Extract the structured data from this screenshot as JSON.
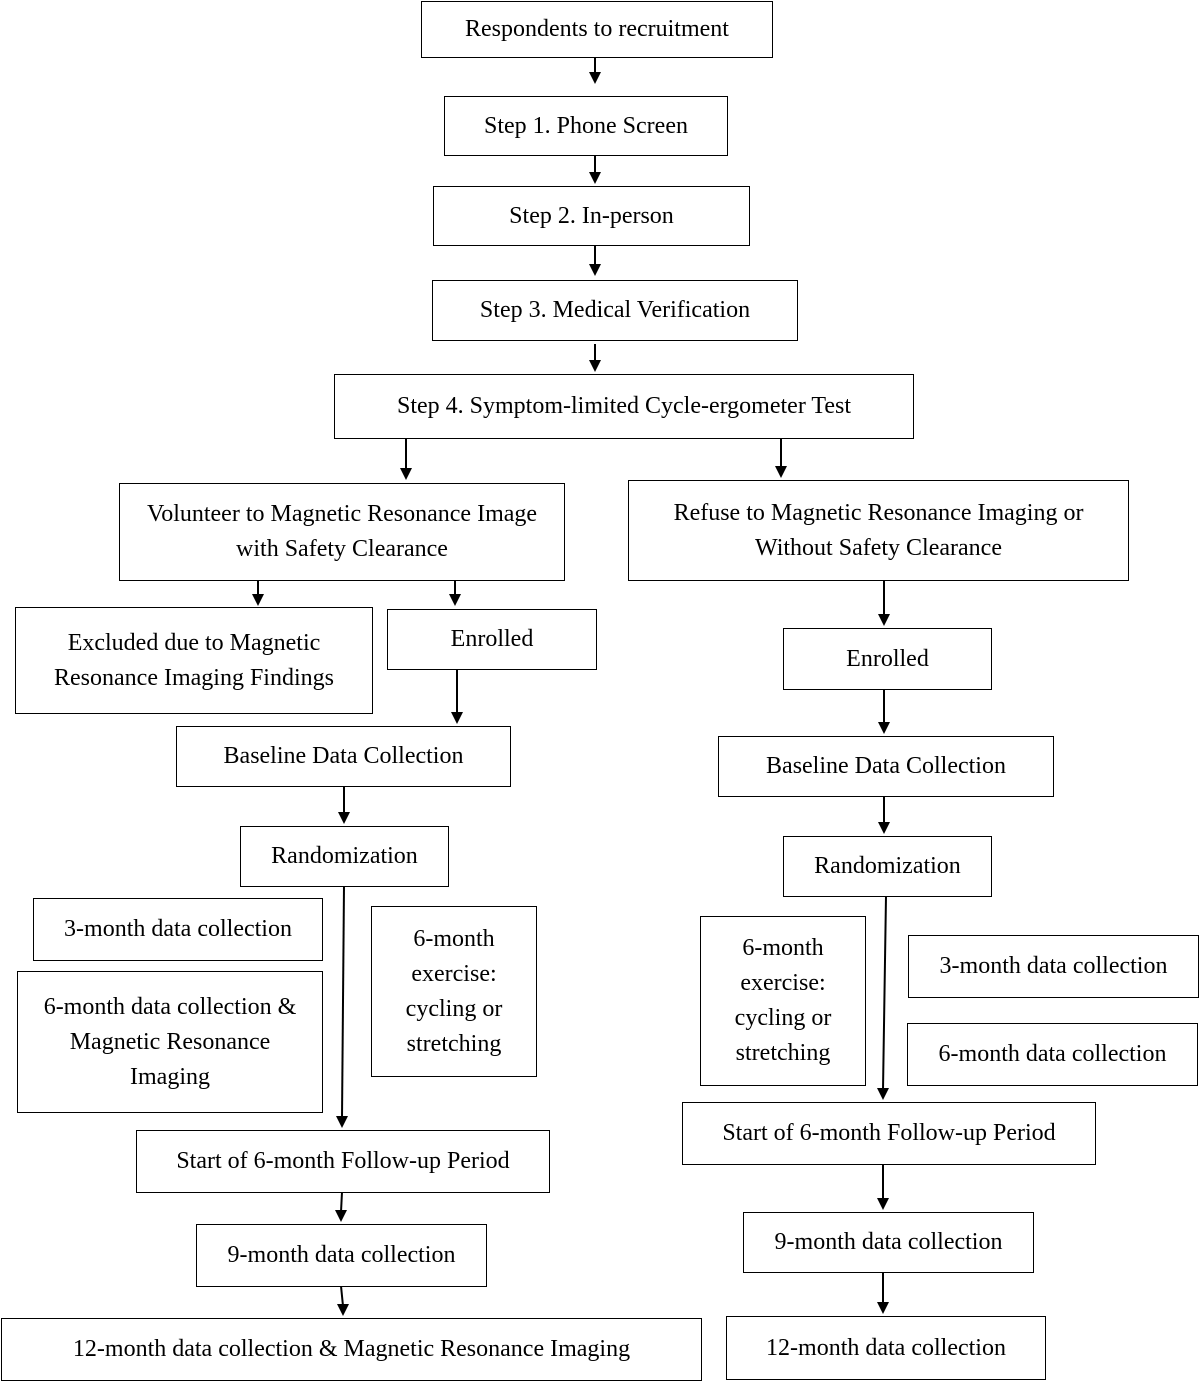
{
  "nodes": {
    "recruitment": "Respondents to recruitment",
    "step1": "Step 1. Phone Screen",
    "step2": "Step 2. In-person",
    "step3": "Step 3. Medical Verification",
    "step4": "Step 4. Symptom-limited Cycle-ergometer Test",
    "left": {
      "volunteer": "Volunteer to Magnetic Resonance Image with Safety Clearance",
      "excluded": "Excluded due to Magnetic Resonance Imaging Findings",
      "enrolled": "Enrolled",
      "baseline": "Baseline Data Collection",
      "randomization": "Randomization",
      "month3": "3-month data collection",
      "month6_mri": "6-month data collection & Magnetic Resonance Imaging",
      "exercise": "6-month exercise: cycling or stretching",
      "followup": "Start of 6-month Follow-up Period",
      "month9": "9-month data collection",
      "month12": "12-month data collection & Magnetic Resonance Imaging"
    },
    "right": {
      "refuse": "Refuse to Magnetic Resonance Imaging or Without Safety Clearance",
      "enrolled": "Enrolled",
      "baseline": "Baseline Data Collection",
      "randomization": "Randomization",
      "exercise": "6-month exercise: cycling or stretching",
      "month3": "3-month data collection",
      "month6": "6-month data collection",
      "followup": "Start of 6-month Follow-up Period",
      "month9": "9-month data collection",
      "month12": "12-month data collection"
    }
  }
}
